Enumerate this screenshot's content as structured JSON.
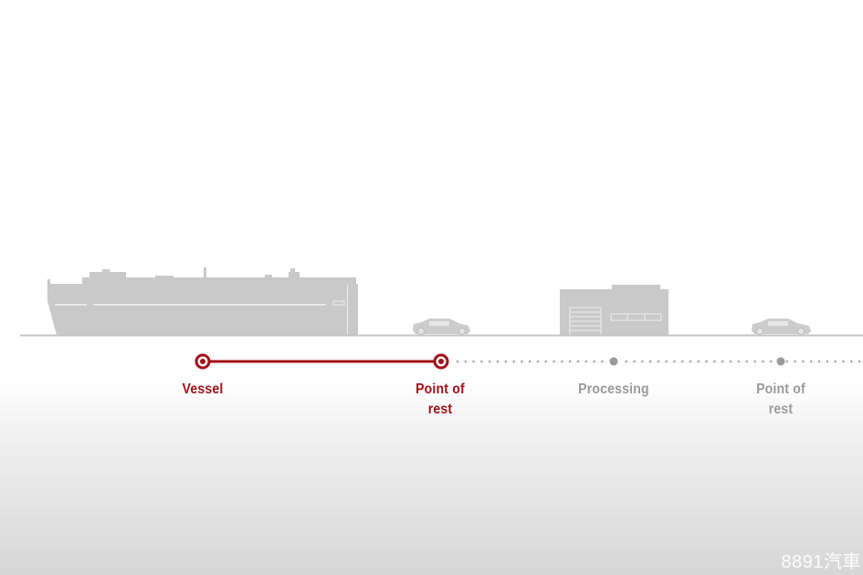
{
  "stages": [
    {
      "label_line1": "Vessel",
      "label_line2": "",
      "status": "completed"
    },
    {
      "label_line1": "Point of",
      "label_line2": "rest",
      "status": "current"
    },
    {
      "label_line1": "Processing",
      "label_line2": "",
      "status": "pending"
    },
    {
      "label_line1": "Point of",
      "label_line2": "rest",
      "status": "pending"
    }
  ],
  "colors": {
    "active": "#a01018",
    "inactive": "#9a9a9a",
    "illustration": "#c8c8c8"
  },
  "watermark": "8891汽車"
}
